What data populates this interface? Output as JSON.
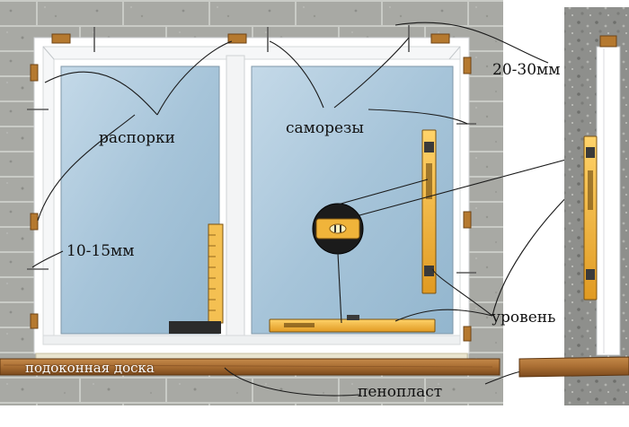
{
  "labels": {
    "spacers": "распорки",
    "screws": "саморезы",
    "side_gap": "10-15мм",
    "top_gap": "20-30мм",
    "level": "уровень",
    "sill_board": "подоконная доска",
    "foam": "пенопласт"
  },
  "colors": {
    "wall": "#a9aaa6",
    "frame": "#ffffff",
    "glass": "#a9c7dc",
    "wood": "#b07a3e",
    "level_body": "#f0b43a",
    "line": "#1a1a1a"
  }
}
